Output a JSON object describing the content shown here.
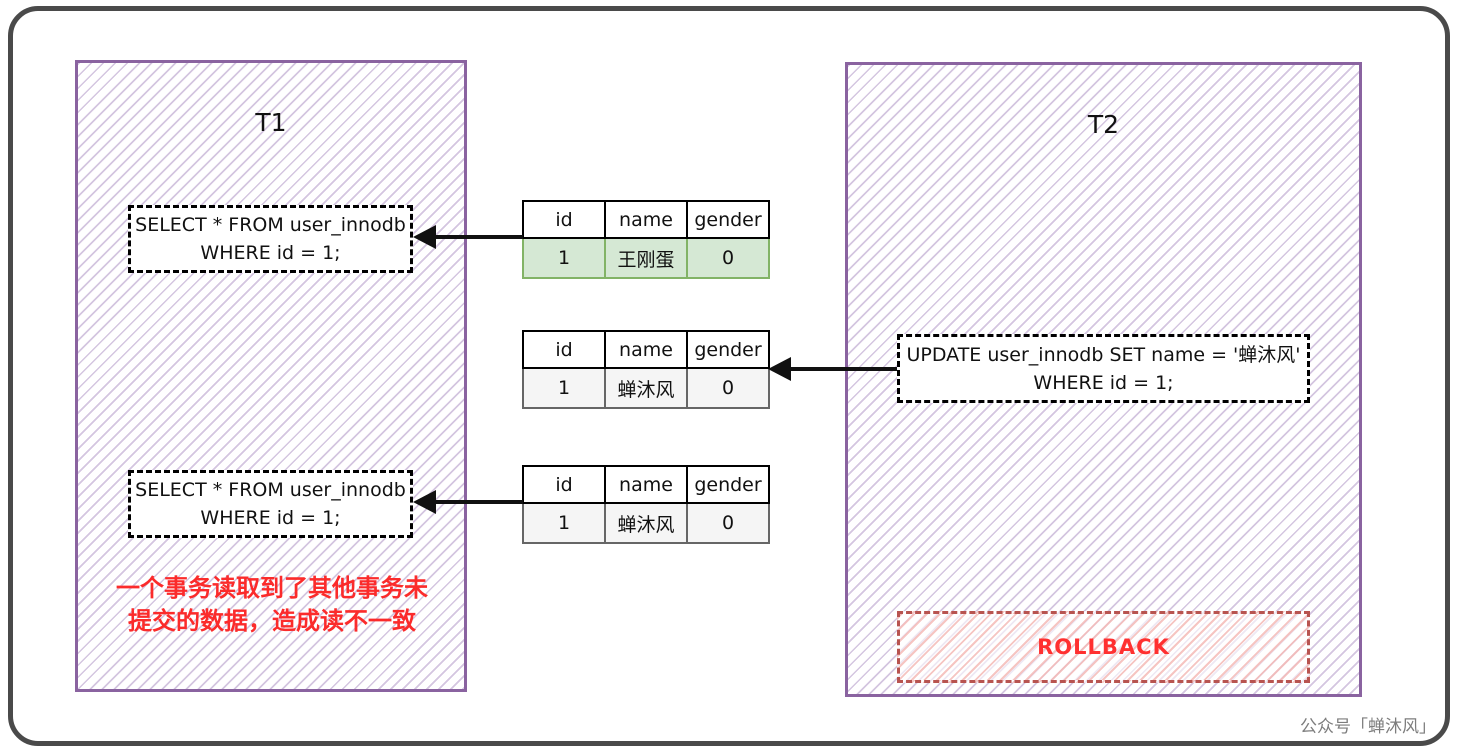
{
  "diagram": {
    "t1": {
      "title": "T1",
      "select_box_1": {
        "line1": "SELECT * FROM user_innodb",
        "line2": "WHERE id = 1;"
      },
      "select_box_2": {
        "line1": "SELECT * FROM user_innodb",
        "line2": "WHERE id = 1;"
      },
      "note": {
        "line1": "一个事务读取到了其他事务未",
        "line2": "提交的数据，造成读不一致"
      }
    },
    "t2": {
      "title": "T2",
      "update_box": {
        "line1": "UPDATE user_innodb SET name = '蝉沐风'",
        "line2": "WHERE id = 1;"
      },
      "rollback_label": "ROLLBACK"
    },
    "tables": [
      {
        "headers": [
          "id",
          "name",
          "gender"
        ],
        "row": [
          "1",
          "王刚蛋",
          "0"
        ],
        "row_highlight": "green"
      },
      {
        "headers": [
          "id",
          "name",
          "gender"
        ],
        "row": [
          "1",
          "蝉沐风",
          "0"
        ],
        "row_highlight": "gray"
      },
      {
        "headers": [
          "id",
          "name",
          "gender"
        ],
        "row": [
          "1",
          "蝉沐风",
          "0"
        ],
        "row_highlight": "gray"
      }
    ],
    "arrows": [
      {
        "from": "table-1",
        "to": "t1-select-box-1",
        "direction": "left"
      },
      {
        "from": "t2-update-box",
        "to": "table-2",
        "direction": "left"
      },
      {
        "from": "table-3",
        "to": "t1-select-box-2",
        "direction": "left"
      }
    ],
    "watermark": "公众号「蝉沐风」",
    "colors": {
      "panel_border": "#8a63a0",
      "panel_hatch": "#a080ba",
      "green_fill": "#d5e8d4",
      "green_border": "#82b366",
      "gray_fill": "#f5f5f5",
      "gray_border": "#666666",
      "rollback_border": "#b85450",
      "rollback_hatch": "#f1a6a2",
      "note_red": "#fb2b2b",
      "arrow_black": "#111111",
      "frame_border": "#4a4a4a",
      "watermark_gray": "#7d7d7d"
    }
  }
}
